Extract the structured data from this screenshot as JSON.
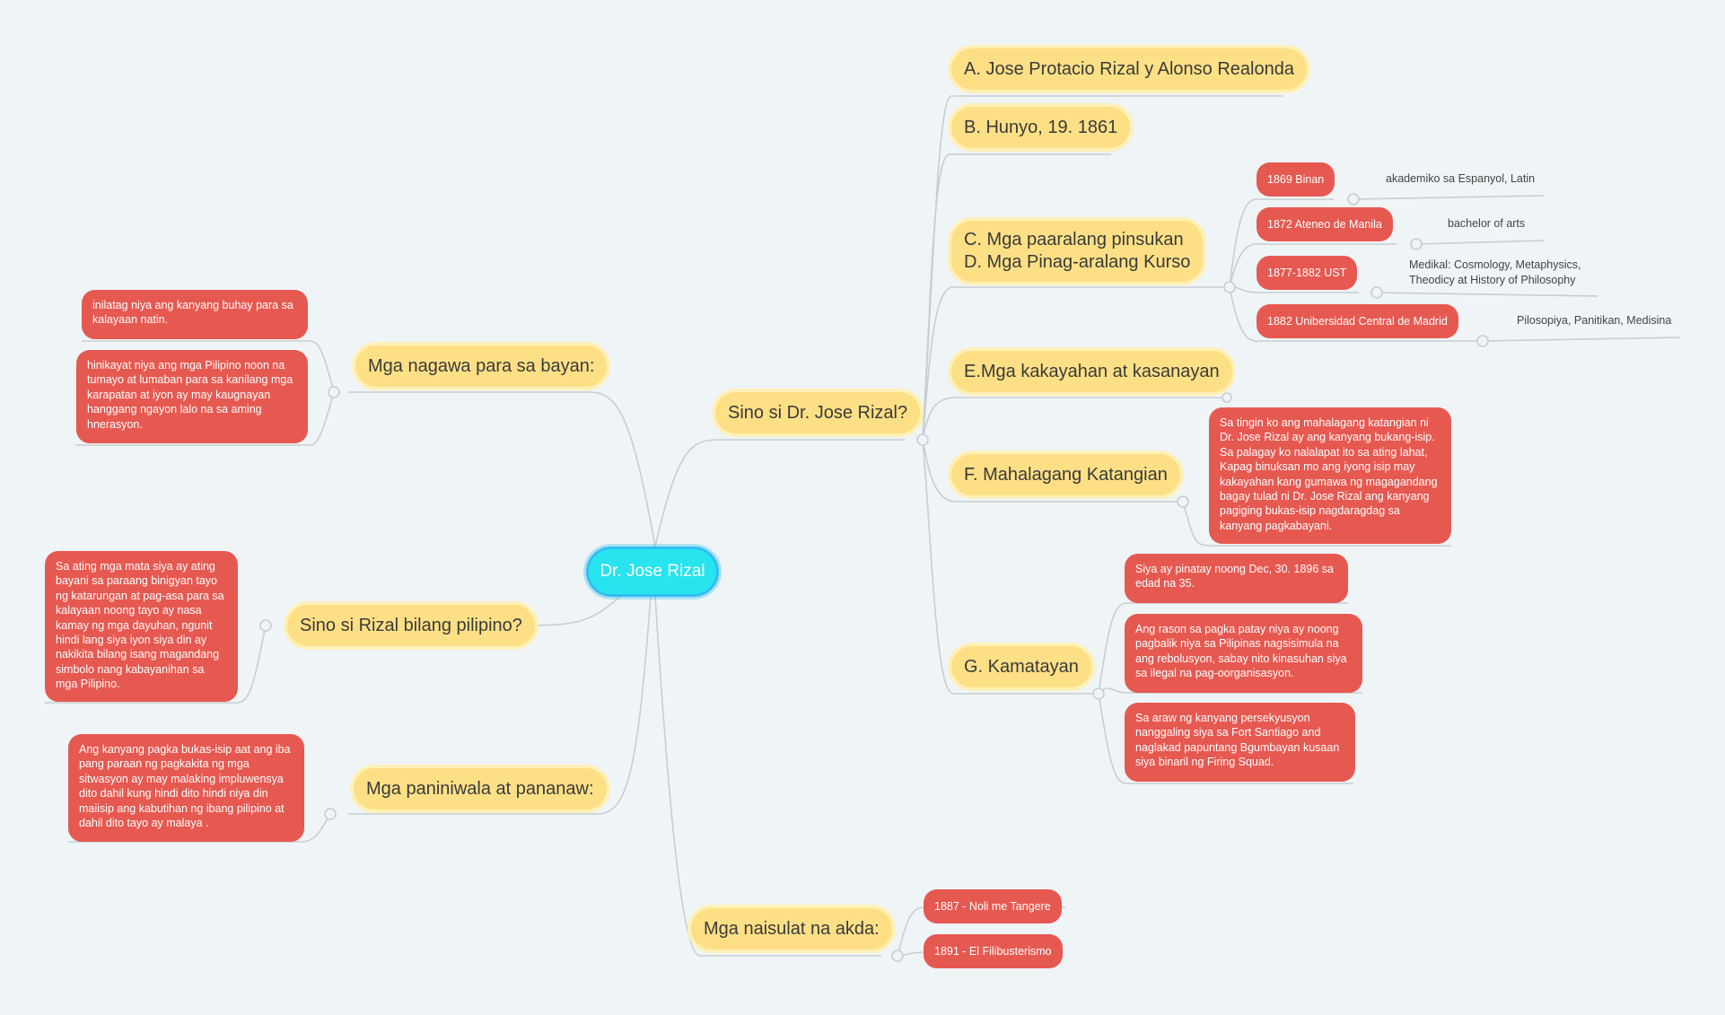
{
  "central": "Dr. Jose Rizal",
  "who": {
    "title": "Sino si Dr. Jose Rizal?",
    "name": "A. Jose Protacio Rizal y Alonso Realonda",
    "birth": "B. Hunyo, 19. 1861",
    "schools": {
      "title": "C. Mga paaralang pinsukan\nD. Mga Pinag-aralang Kurso",
      "items": [
        {
          "label": "1869 Binan",
          "note": "akademiko sa Espanyol, Latin"
        },
        {
          "label": "1872 Ateneo de Manila",
          "note": "bachelor of arts"
        },
        {
          "label": "1877-1882 UST",
          "note": "Medikal: Cosmology, Metaphysics,\nTheodicy at History of Philosophy"
        },
        {
          "label": "1882 Unibersidad Central de Madrid",
          "note": "Pilosopiya, Panitikan, Medisina"
        }
      ]
    },
    "skills": "E.Mga kakayahan at kasanayan",
    "traits": {
      "title": "F. Mahalagang Katangian",
      "text": "Sa tingin ko ang mahalagang katangian ni Dr. Jose Rizal ay ang kanyang bukang-isip. Sa palagay ko nalalapat ito sa ating lahat, Kapag binuksan mo ang iyong isip  may kakayahan kang gumawa ng magagandang bagay tulad ni Dr. Jose Rizal ang kanyang pagiging bukas-isip nagdaragdag sa kanyang pagkabayani."
    },
    "death": {
      "title": "G. Kamatayan",
      "items": [
        "Siya ay pinatay noong Dec, 30. 1896 sa edad na 35.",
        "Ang rason sa pagka patay niya ay noong pagbalik niya sa Pilipinas nagsisimula na ang rebolusyon, sabay nito kinasuhan siya sa ilegal na pag-oorganisasyon.",
        "Sa araw ng kanyang persekyusyon nanggaling siya sa Fort Santiago and naglakad papuntang Bgumbayan kusaan siya binaril ng Firing Squad."
      ]
    }
  },
  "deeds": {
    "title": "Mga nagawa para sa bayan:",
    "items": [
      "inilatag niya ang kanyang buhay para sa kalayaan natin.",
      "hinikayat niya ang mga Pilipino noon  na tumayo at lumaban para sa kanilang mga karapatan at iyon ay may kaugnayan hanggang ngayon lalo na sa aming hnerasyon."
    ]
  },
  "filipino": {
    "title": "Sino si Rizal bilang pilipino?",
    "item": "Sa ating mga mata siya ay ating bayani sa paraang binigyan tayo ng katarungan at pag-asa para sa kalayaan noong tayo ay nasa kamay ng mga dayuhan, ngunit hindi lang siya iyon siya din ay nakikita bilang isang magandang simbolo nang kabayanihan sa mga Pilipino."
  },
  "beliefs": {
    "title": "Mga paniniwala at pananaw:",
    "item": "Ang kanyang pagka bukas-isip aat ang iba pang paraan ng pagkakita ng mga sitwasyon ay may malaking impluwensya dito dahil kung hindi dito hindi niya din maiisip ang kabutihan ng ibang pilipino at dahil dito tayo ay malaya ."
  },
  "works": {
    "title": "Mga naisulat na akda:",
    "items": [
      "1887 - Noli me Tangere",
      "1891 - El Filibusterismo"
    ]
  },
  "colors": {
    "background": "#eff4f7",
    "central_fill": "#27e4ee",
    "topic_fill": "#fde085",
    "leaf_fill": "#e65951",
    "connector": "#c9cdd0"
  }
}
